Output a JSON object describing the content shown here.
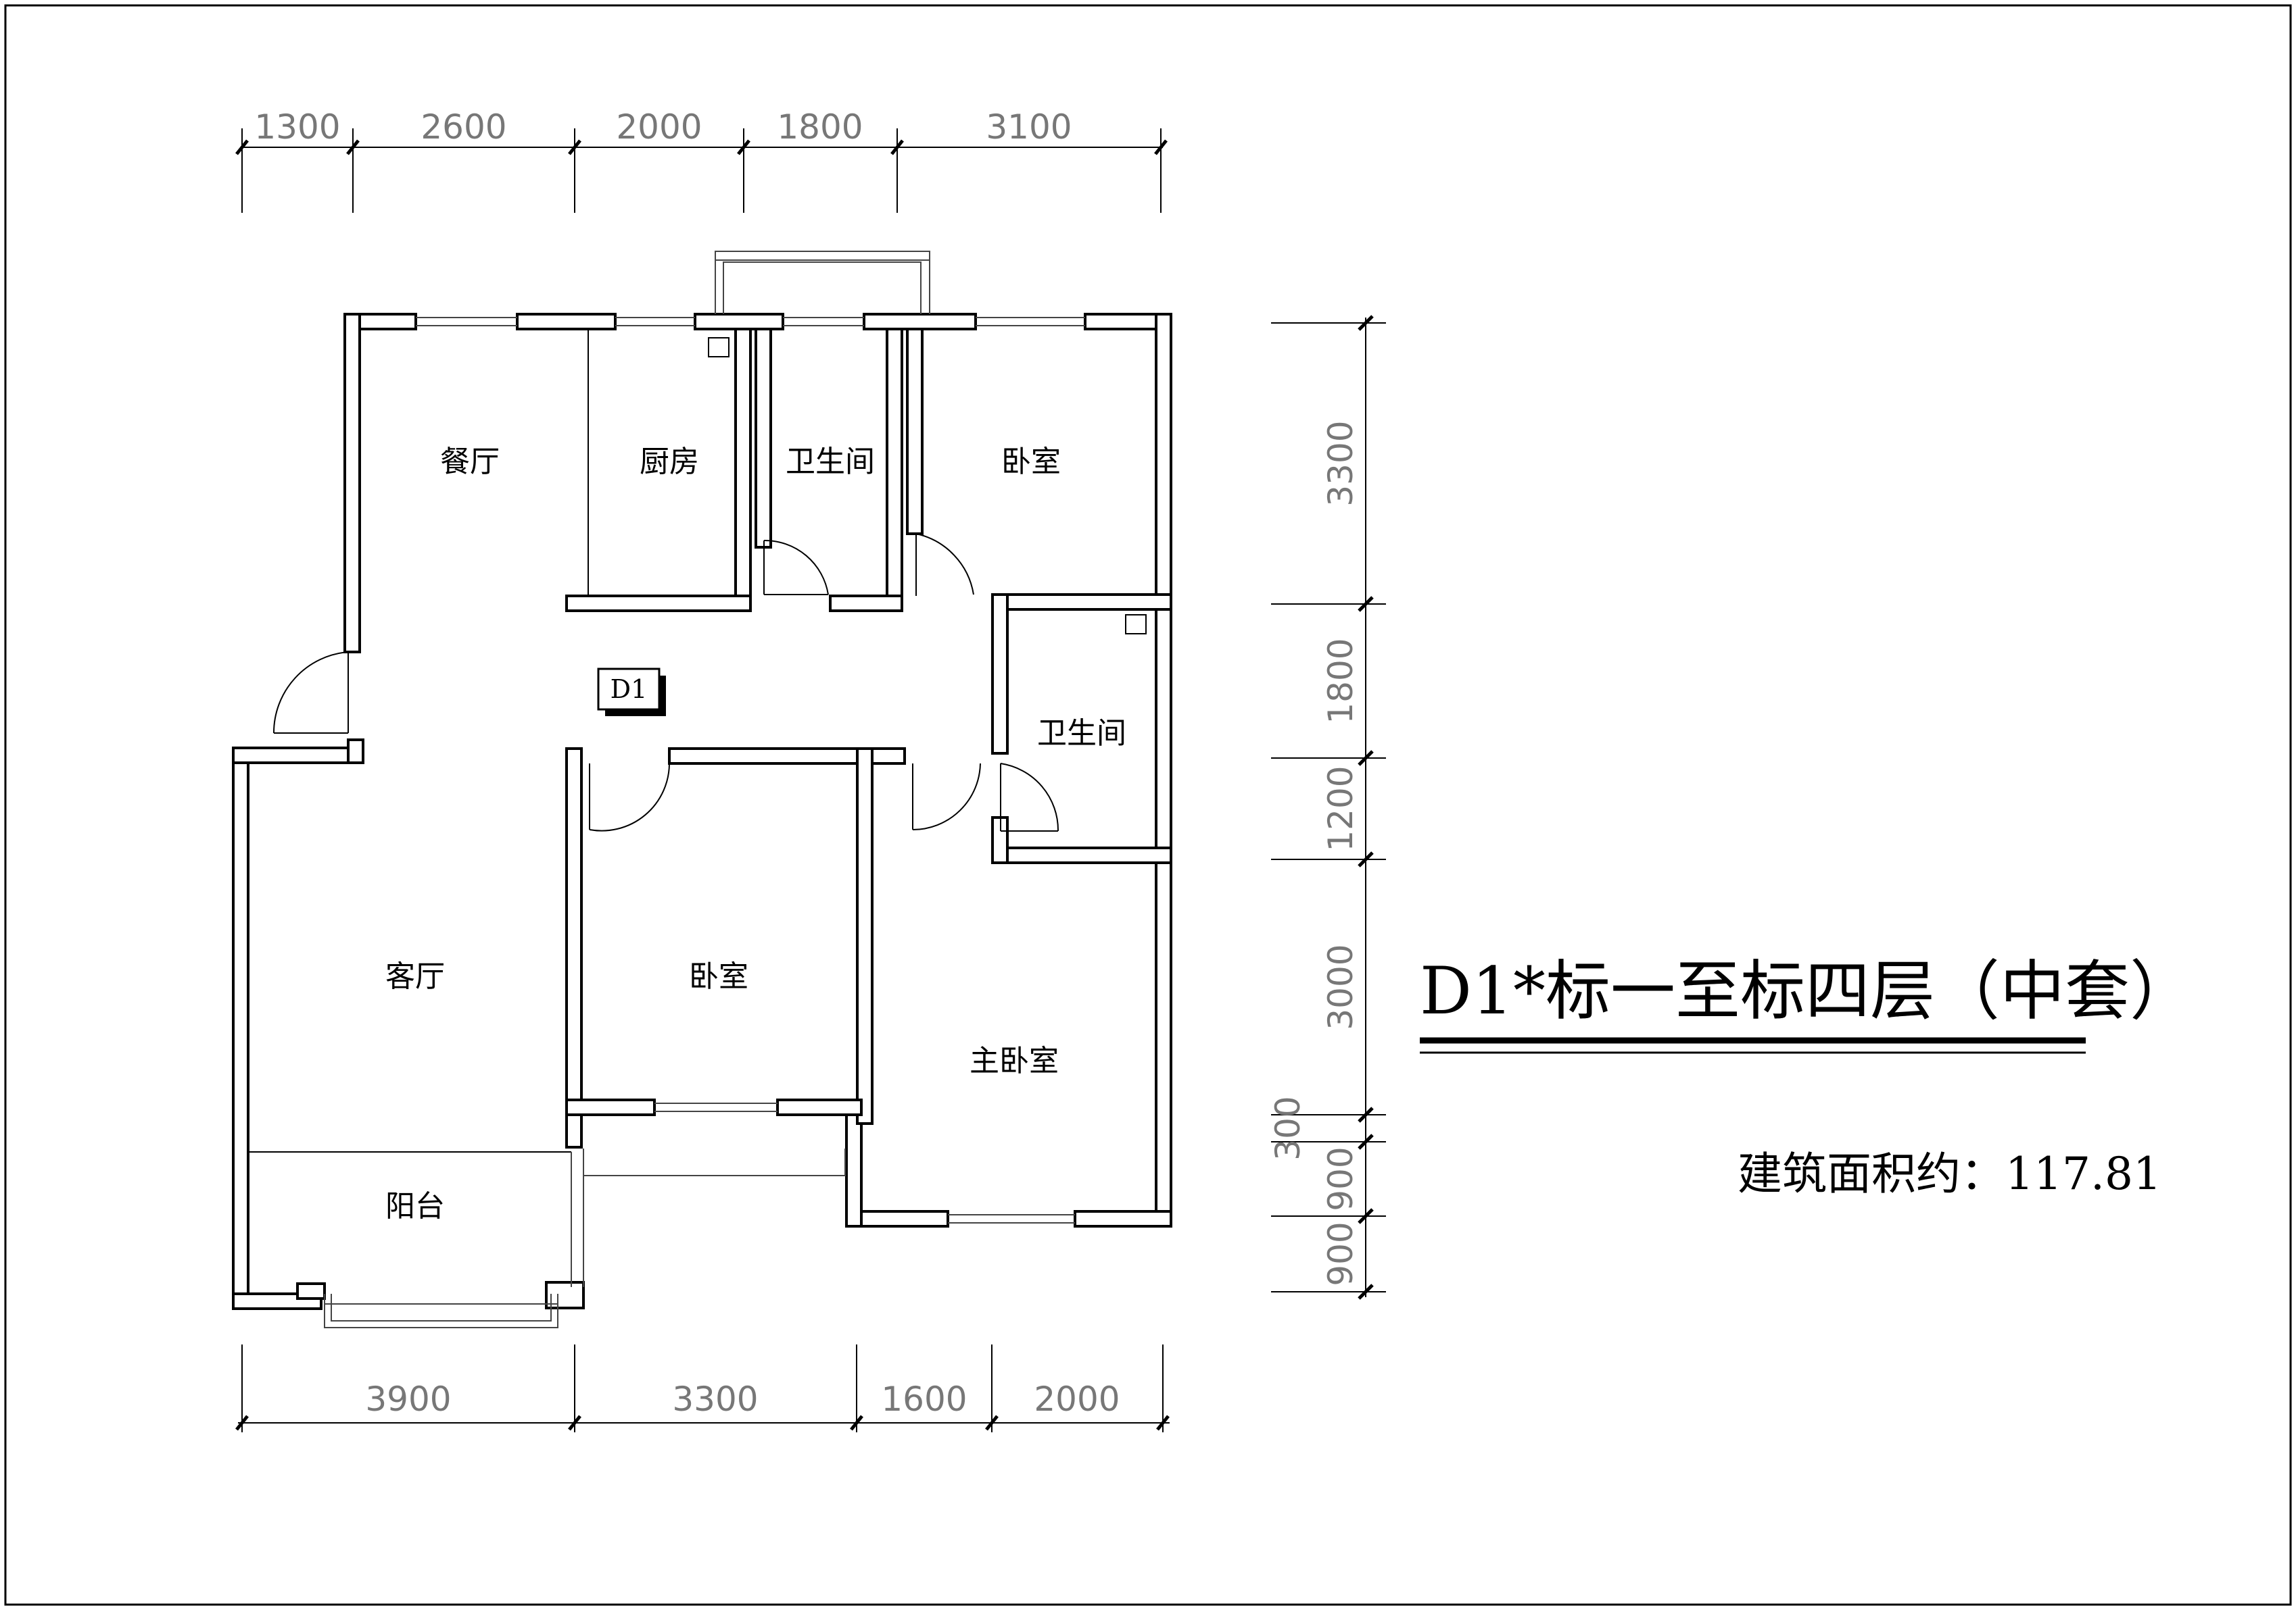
{
  "plan": {
    "title": "D1*标一至标四层（中套）",
    "area_label": "建筑面积约：117.81",
    "unit_tag": "D1"
  },
  "rooms": {
    "dining": "餐厅",
    "kitchen": "厨房",
    "bath_top": "卫生间",
    "bedroom_top": "卧室",
    "bath_right": "卫生间",
    "living": "客厅",
    "bedroom_mid": "卧室",
    "master": "主卧室",
    "balcony": "阳台"
  },
  "dims": {
    "top": [
      "1300",
      "2600",
      "2000",
      "1800",
      "3100"
    ],
    "bottom": [
      "3900",
      "3300",
      "1600",
      "2000"
    ],
    "right": [
      "3300",
      "1800",
      "1200",
      "3000",
      "300",
      "900",
      "900"
    ]
  }
}
